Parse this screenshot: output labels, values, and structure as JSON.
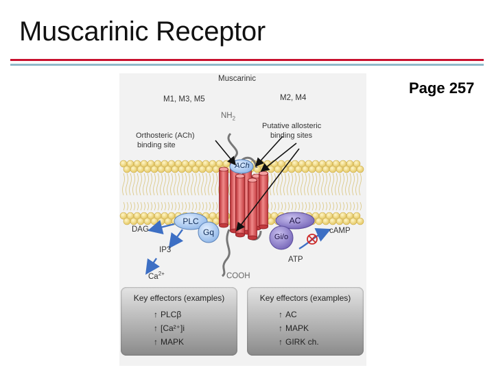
{
  "slide": {
    "title": "Muscarinic Receptor",
    "page_ref": "Page 257"
  },
  "figure": {
    "header": "Muscarinic",
    "left_subtypes": "M1, M3, M5",
    "right_subtypes": "M2, M4",
    "nh2": "NH",
    "nh2_sub": "2",
    "orthosteric_line1": "Orthosteric (ACh)",
    "orthosteric_line2": "binding site",
    "allosteric_line1": "Putative allosteric",
    "allosteric_line2": "binding sites",
    "ach": "ACh",
    "plc": "PLC",
    "gq": "Gq",
    "ac": "AC",
    "gio": "Gi/o",
    "dag": "DAG",
    "ip3": "IP3",
    "ca": "Ca",
    "ca_sup": "2+",
    "camp": "cAMP",
    "atp": "ATP",
    "cooh": "COOH",
    "colors": {
      "helix": "#d9464a",
      "helix_highlight": "#f08a8a",
      "membrane_head": "#f2dc8a",
      "g_protein_blue": "#9ec3ee",
      "g_protein_purple": "#8a7cc6",
      "arrow_blue": "#3d6fc4",
      "inhibit_red": "#cc2a2a"
    }
  },
  "left_panel": {
    "title": "Key effectors (examples)",
    "items": [
      {
        "arrow": "↑",
        "text": "PLCβ"
      },
      {
        "arrow": "↑",
        "text": "[Ca²⁺]i"
      },
      {
        "arrow": "↑",
        "text": "MAPK"
      }
    ]
  },
  "right_panel": {
    "title": "Key effectors (examples)",
    "items": [
      {
        "arrow": "↑",
        "text": "AC"
      },
      {
        "arrow": "↑",
        "text": "MAPK"
      },
      {
        "arrow": "↑",
        "text": "GIRK ch."
      }
    ]
  }
}
